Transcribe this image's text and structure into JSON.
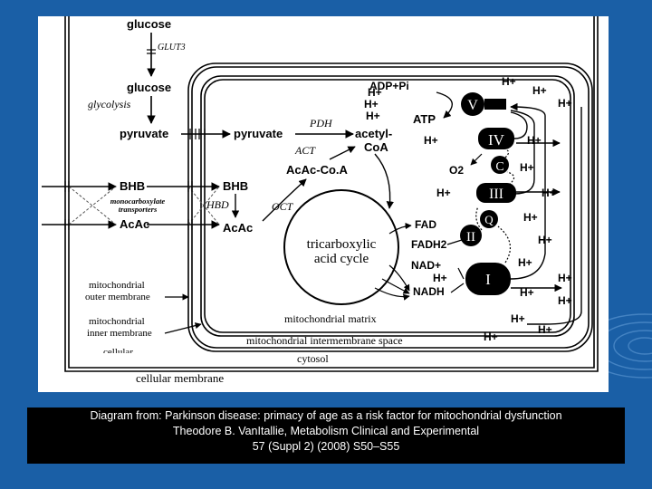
{
  "slide": {
    "background_color": "#1a5fa6",
    "caption_background": "#000000",
    "caption_lines": [
      "Diagram from: Parkinson disease: primacy of age as a risk factor for mitochondrial dysfunction",
      "Theodore B. VanItallie, Metabolism Clinical and Experimental",
      "57 (Suppl 2) (2008) S50–S55"
    ]
  },
  "diagram": {
    "metabolites": {
      "glucose_out": "glucose",
      "glucose_in": "glucose",
      "pyruvate_cyto": "pyruvate",
      "pyruvate_mito": "pyruvate",
      "bhb_out": "BHB",
      "acac_out": "AcAc",
      "bhb_in": "BHB",
      "acac_in": "AcAc",
      "acetyl": "acetyl-",
      "coa": "CoA",
      "acac_coa": "AcAc-Co.A",
      "adp_pi": "ADP+Pi",
      "atp": "ATP",
      "o2": "O2",
      "fad": "FAD",
      "fadh2": "FADH2",
      "nad": "NAD+",
      "nadh": "NADH",
      "h_plus": "H+"
    },
    "enzymes": {
      "glut": "GLUT3",
      "glycolysis": "glycolysis",
      "pdh": "PDH",
      "act": "ACT",
      "hbd": "HBD",
      "oct": "OCT",
      "mct_line1": "monocarboxylate",
      "mct_line2": "transporters"
    },
    "complexes": {
      "v": "V",
      "iv": "IV",
      "c": "C",
      "iii": "III",
      "q": "Q",
      "ii": "II",
      "i": "I"
    },
    "tca_line1": "tricarboxylic",
    "tca_line2": "acid cycle",
    "membranes": {
      "outer_line1": "mitochondrial",
      "outer_line2": "outer membrane",
      "inner_line1": "mitochondrial",
      "inner_line2": "inner membrane",
      "cellular_partial": "cellular",
      "matrix": "mitochondrial matrix",
      "intermembrane": "mitochondrial intermembrane space",
      "cytosol": "cytosol",
      "cellular_membrane": "cellular membrane"
    }
  }
}
